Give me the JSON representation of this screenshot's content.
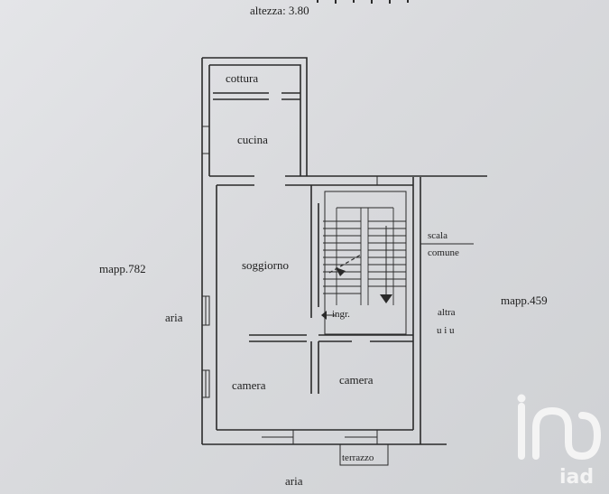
{
  "header": {
    "height_label": "altezza: 3.80"
  },
  "rooms": {
    "cottura": "cottura",
    "cucina": "cucina",
    "soggiorno": "soggiorno",
    "camera_left": "camera",
    "camera_right": "camera",
    "ingresso": "ingr.",
    "terrazzo": "terrazzo"
  },
  "neighbors": {
    "left_parcel": "mapp.782",
    "right_parcel": "mapp.459",
    "stair_line1": "scala",
    "stair_line2": "comune",
    "other_unit_line1": "altra",
    "other_unit_line2": "u i u"
  },
  "exterior": {
    "aria_left": "aria",
    "aria_bottom": "aria"
  },
  "branding": {
    "logo_text": "iad"
  },
  "colors": {
    "paper": "#d9dbde",
    "ink": "#1e1e1e",
    "logo": "#f4f4f4"
  }
}
